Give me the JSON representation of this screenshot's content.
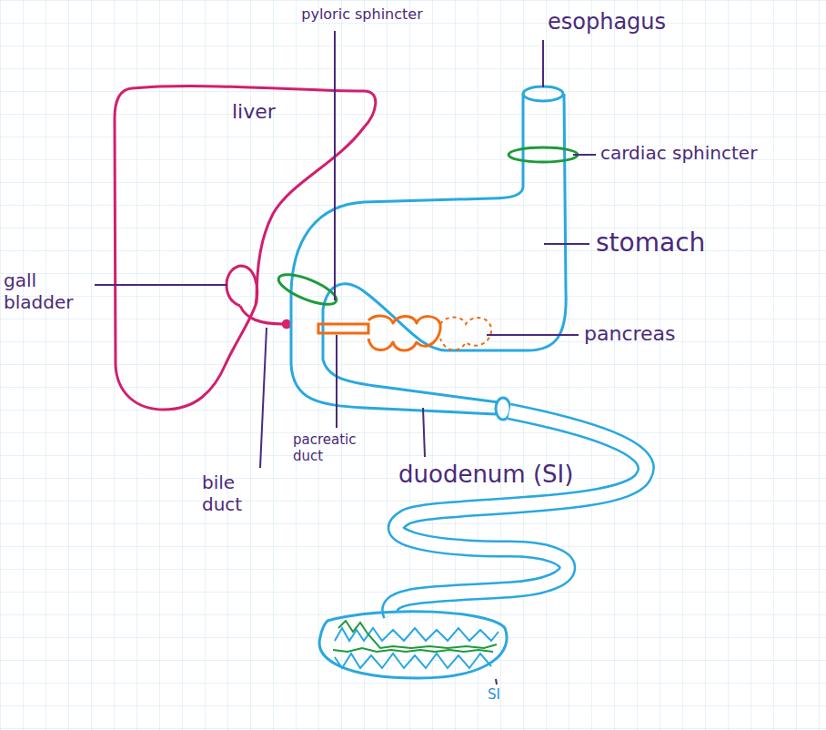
{
  "diagram": {
    "labels": [
      "pyloric sphincter",
      "esophagus",
      "liver",
      "cardiac sphincter",
      "stomach",
      "gall bladder",
      "pancreas",
      "bile duct",
      "pacreatic duct",
      "duodenum (SI)",
      "SI"
    ]
  }
}
